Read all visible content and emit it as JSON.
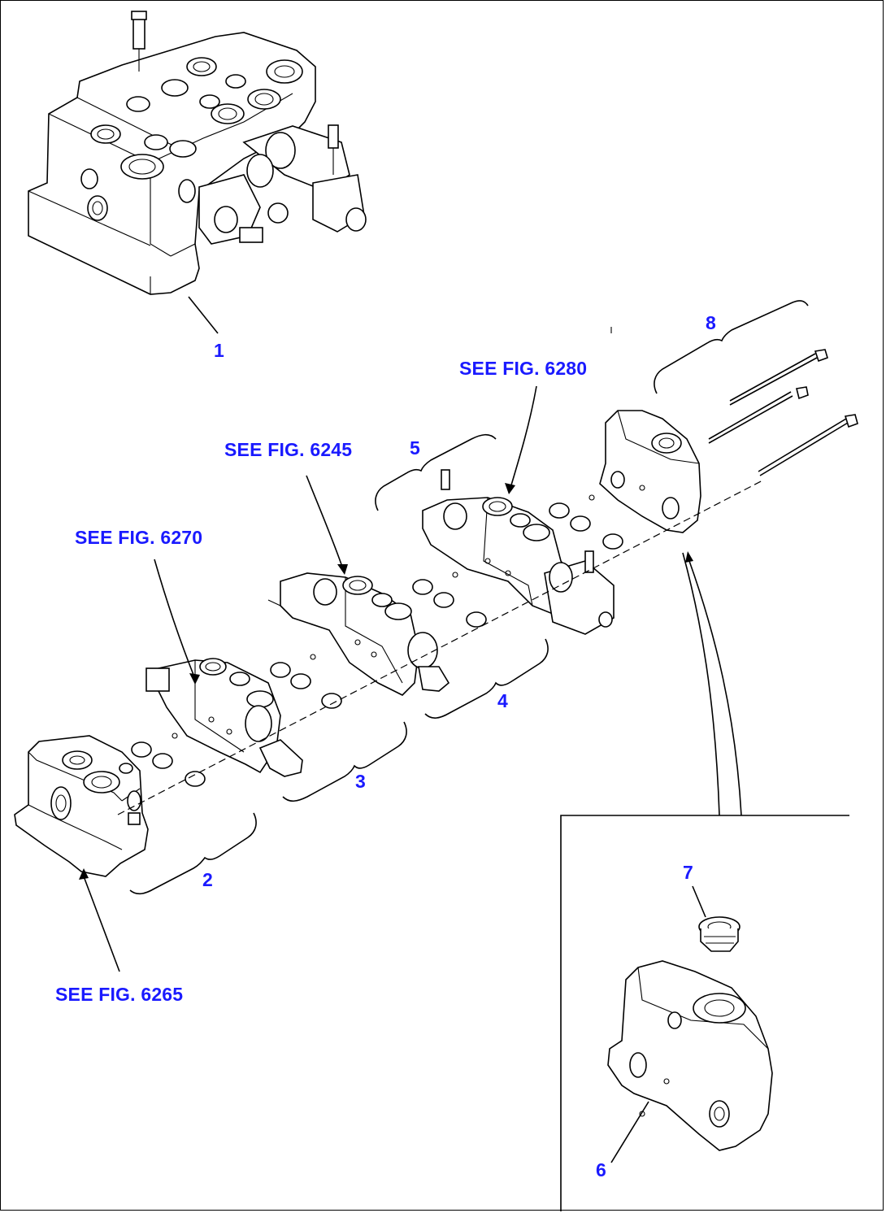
{
  "callouts": {
    "item_1": "1",
    "item_2": "2",
    "item_3": "3",
    "item_4": "4",
    "item_5": "5",
    "item_6": "6",
    "item_7": "7",
    "item_8": "8",
    "see_fig_6280": "SEE FIG. 6280",
    "see_fig_6245": "SEE FIG. 6245",
    "see_fig_6270": "SEE FIG. 6270",
    "see_fig_6265": "SEE FIG. 6265"
  },
  "colors": {
    "callout_text": "#1a1aff",
    "line_art": "#000000",
    "background": "#ffffff"
  }
}
